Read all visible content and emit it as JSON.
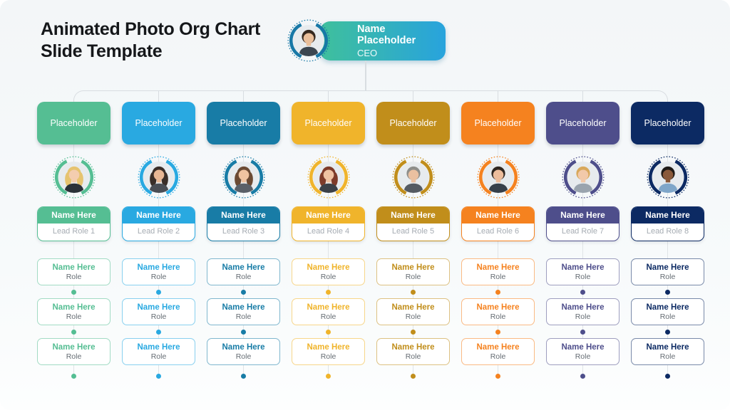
{
  "slide": {
    "title": "Animated Photo Org Chart Slide Template",
    "background_top": "#F3F6F8",
    "connector_color": "#D8DDE1"
  },
  "ceo": {
    "name": "Name Placeholder",
    "role": "CEO",
    "gradient_start": "#3FC09C",
    "gradient_end": "#28A3DD",
    "ring_color": "#1878A6",
    "avatar": {
      "skin": "#EABF9B",
      "hair": "#36291F",
      "shirt": "#3C4650",
      "hair_length": "short"
    }
  },
  "columns": [
    {
      "placeholder": "Placeholder",
      "color": "#55BE93",
      "lead": {
        "name": "Name Here",
        "role": "Lead Role 1"
      },
      "members": [
        {
          "name": "Name Here",
          "role": "Role"
        },
        {
          "name": "Name Here",
          "role": "Role"
        },
        {
          "name": "Name Here",
          "role": "Role"
        }
      ],
      "avatar": {
        "skin": "#F4CDAF",
        "hair": "#E6C36F",
        "shirt": "#2A3138",
        "hair_length": "long"
      }
    },
    {
      "placeholder": "Placeholder",
      "color": "#29A9E1",
      "lead": {
        "name": "Name Here",
        "role": "Lead Role 2"
      },
      "members": [
        {
          "name": "Name Here",
          "role": "Role"
        },
        {
          "name": "Name Here",
          "role": "Role"
        },
        {
          "name": "Name Here",
          "role": "Role"
        }
      ],
      "avatar": {
        "skin": "#E8B794",
        "hair": "#3A2E28",
        "shirt": "#4A4E55",
        "hair_length": "long"
      }
    },
    {
      "placeholder": "Placeholder",
      "color": "#187CA6",
      "lead": {
        "name": "Name Here",
        "role": "Lead Role 3"
      },
      "members": [
        {
          "name": "Name Here",
          "role": "Role"
        },
        {
          "name": "Name Here",
          "role": "Role"
        },
        {
          "name": "Name Here",
          "role": "Role"
        }
      ],
      "avatar": {
        "skin": "#F0C3A0",
        "hair": "#6B4A33",
        "shirt": "#5A6068",
        "hair_length": "long"
      }
    },
    {
      "placeholder": "Placeholder",
      "color": "#F0B42B",
      "lead": {
        "name": "Name Here",
        "role": "Lead Role 4"
      },
      "members": [
        {
          "name": "Name Here",
          "role": "Role"
        },
        {
          "name": "Name Here",
          "role": "Role"
        },
        {
          "name": "Name Here",
          "role": "Role"
        }
      ],
      "avatar": {
        "skin": "#EFC2A2",
        "hair": "#7E3B2A",
        "shirt": "#3C4148",
        "hair_length": "long"
      }
    },
    {
      "placeholder": "Placeholder",
      "color": "#C18E1B",
      "lead": {
        "name": "Name Here",
        "role": "Lead Role 5"
      },
      "members": [
        {
          "name": "Name Here",
          "role": "Role"
        },
        {
          "name": "Name Here",
          "role": "Role"
        },
        {
          "name": "Name Here",
          "role": "Role"
        }
      ],
      "avatar": {
        "skin": "#EBC0A0",
        "hair": "#8E8E8A",
        "shirt": "#555B62",
        "hair_length": "short"
      }
    },
    {
      "placeholder": "Placeholder",
      "color": "#F5821F",
      "lead": {
        "name": "Name Here",
        "role": "Lead Role 6"
      },
      "members": [
        {
          "name": "Name Here",
          "role": "Role"
        },
        {
          "name": "Name Here",
          "role": "Role"
        },
        {
          "name": "Name Here",
          "role": "Role"
        }
      ],
      "avatar": {
        "skin": "#EDBD9C",
        "hair": "#2E2620",
        "shirt": "#37404A",
        "hair_length": "short"
      }
    },
    {
      "placeholder": "Placeholder",
      "color": "#4E4E8B",
      "lead": {
        "name": "Name Here",
        "role": "Lead Role 7"
      },
      "members": [
        {
          "name": "Name Here",
          "role": "Role"
        },
        {
          "name": "Name Here",
          "role": "Role"
        },
        {
          "name": "Name Here",
          "role": "Role"
        }
      ],
      "avatar": {
        "skin": "#F2C9A9",
        "hair": "#D8A85B",
        "shirt": "#9AA4AE",
        "hair_length": "short"
      }
    },
    {
      "placeholder": "Placeholder",
      "color": "#0C2A63",
      "lead": {
        "name": "Name Here",
        "role": "Lead Role 8"
      },
      "members": [
        {
          "name": "Name Here",
          "role": "Role"
        },
        {
          "name": "Name Here",
          "role": "Role"
        },
        {
          "name": "Name Here",
          "role": "Role"
        }
      ],
      "avatar": {
        "skin": "#8A5A3B",
        "hair": "#1E1A17",
        "shirt": "#7FA6C9",
        "hair_length": "short"
      }
    }
  ]
}
